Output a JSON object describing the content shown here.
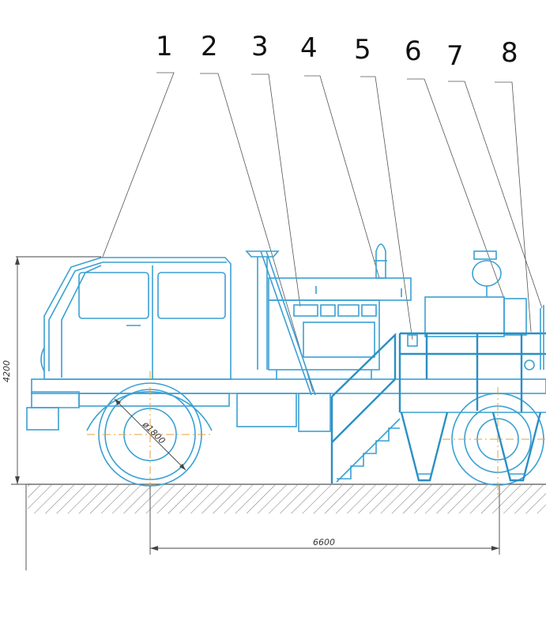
{
  "callouts": [
    "1",
    "2",
    "3",
    "4",
    "5",
    "6",
    "7",
    "8"
  ],
  "dimensions": {
    "height": "4200",
    "wheel_diameter": "ø1800",
    "length": "6600"
  },
  "colors": {
    "outline": "#3aa0d4",
    "leader": "#555555",
    "center_line": "#e6a23c",
    "ground_hatch": "#777777",
    "text": "#111111"
  }
}
